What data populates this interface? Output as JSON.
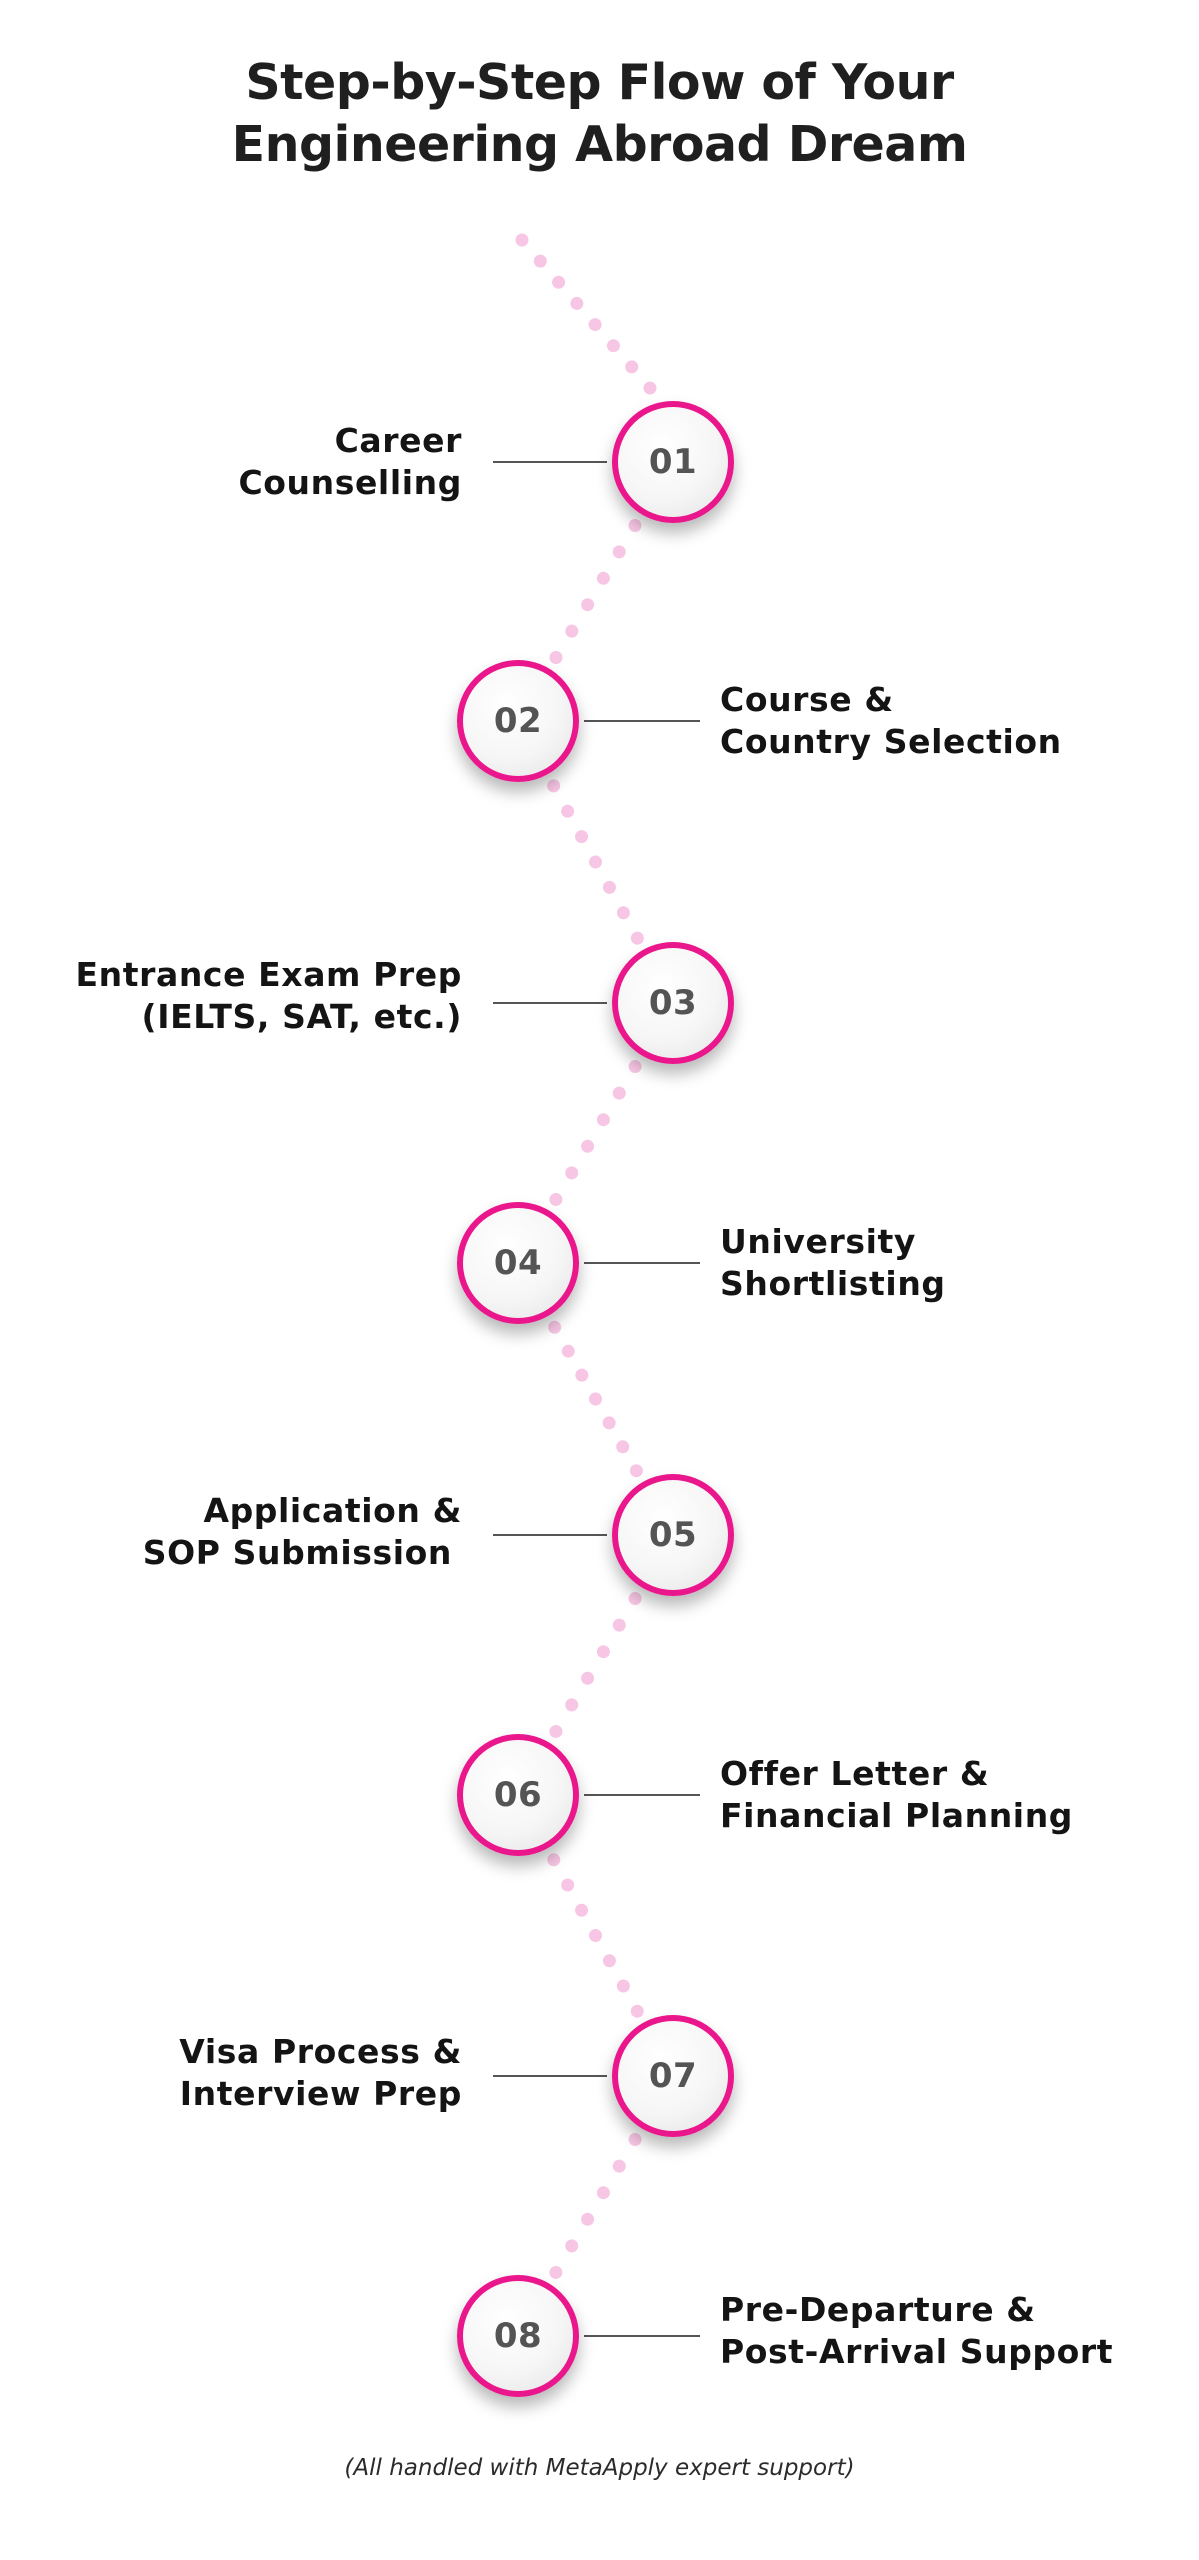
{
  "title": {
    "line1": "Step-by-Step Flow of Your",
    "line2": "Engineering Abroad Dream"
  },
  "steps": [
    {
      "number": "01",
      "label_line1": "Career",
      "label_line2": "Counselling"
    },
    {
      "number": "02",
      "label_line1": "Course &",
      "label_line2": "Country Selection"
    },
    {
      "number": "03",
      "label_line1": "Entrance Exam Prep",
      "label_line2": "(IELTS, SAT, etc.)"
    },
    {
      "number": "04",
      "label_line1": "University",
      "label_line2": "Shortlisting"
    },
    {
      "number": "05",
      "label_line1": "Application &",
      "label_line2": "SOP Submission"
    },
    {
      "number": "06",
      "label_line1": "Offer Letter &",
      "label_line2": "Financial Planning"
    },
    {
      "number": "07",
      "label_line1": "Visa Process &",
      "label_line2": "Interview Prep"
    },
    {
      "number": "08",
      "label_line1": "Pre-Departure &",
      "label_line2": "Post-Arrival Support"
    }
  ],
  "footnote": "(All handled with MetaApply expert support)",
  "colors": {
    "accent": "#ea168c",
    "dots": "#f7c6e4",
    "connector": "#555555",
    "number": "#545454"
  }
}
